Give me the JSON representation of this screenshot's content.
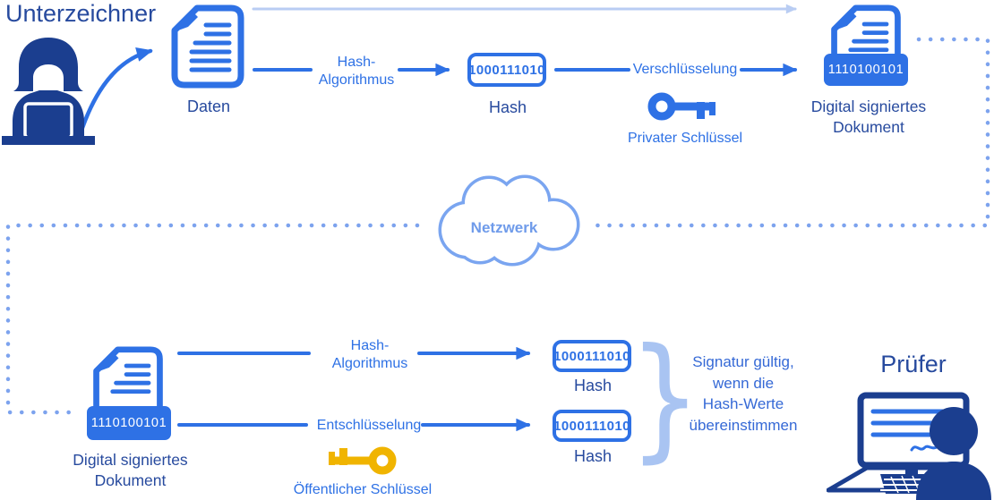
{
  "colors": {
    "bright": "#2e71e5",
    "navy_text": "#274a9e",
    "icon_navy": "#1b3e8f",
    "pale_arrow": "#b9cdf3",
    "dot_blue": "#7da3ee",
    "cloud_stroke": "#7aa5f0",
    "cloud_text": "#6f9bea",
    "brace_blue": "#a9c4f2",
    "verdict_blue": "#3569d6",
    "key_gold": "#f0b400"
  },
  "top_row": {
    "signer_title": "Unterzeichner",
    "data_doc_label": "Daten",
    "hash_algorithm_line1": "Hash-",
    "hash_algorithm_line2": "Algorithmus",
    "hash_value": "1000111010",
    "hash_label": "Hash",
    "encryption_label": "Verschlüsselung",
    "private_key_label": "Privater Schlüssel",
    "signed_doc_code": "1110100101",
    "signed_doc_label_line1": "Digital signiertes",
    "signed_doc_label_line2": "Dokument"
  },
  "network": {
    "label": "Netzwerk"
  },
  "bottom_row": {
    "signed_doc_code": "1110100101",
    "signed_doc_label_line1": "Digital signiertes",
    "signed_doc_label_line2": "Dokument",
    "hash_algorithm_line1": "Hash-",
    "hash_algorithm_line2": "Algorithmus",
    "decryption_label": "Entschlüsselung",
    "public_key_label": "Öffentlicher Schlüssel",
    "hash1_value": "1000111010",
    "hash1_label": "Hash",
    "hash2_value": "1000111010",
    "hash2_label": "Hash",
    "brace_glyph": "}",
    "verdict_line1": "Signatur gültig,",
    "verdict_line2": "wenn die",
    "verdict_line3": "Hash-Werte",
    "verdict_line4": "übereinstimmen",
    "verifier_title": "Prüfer"
  }
}
